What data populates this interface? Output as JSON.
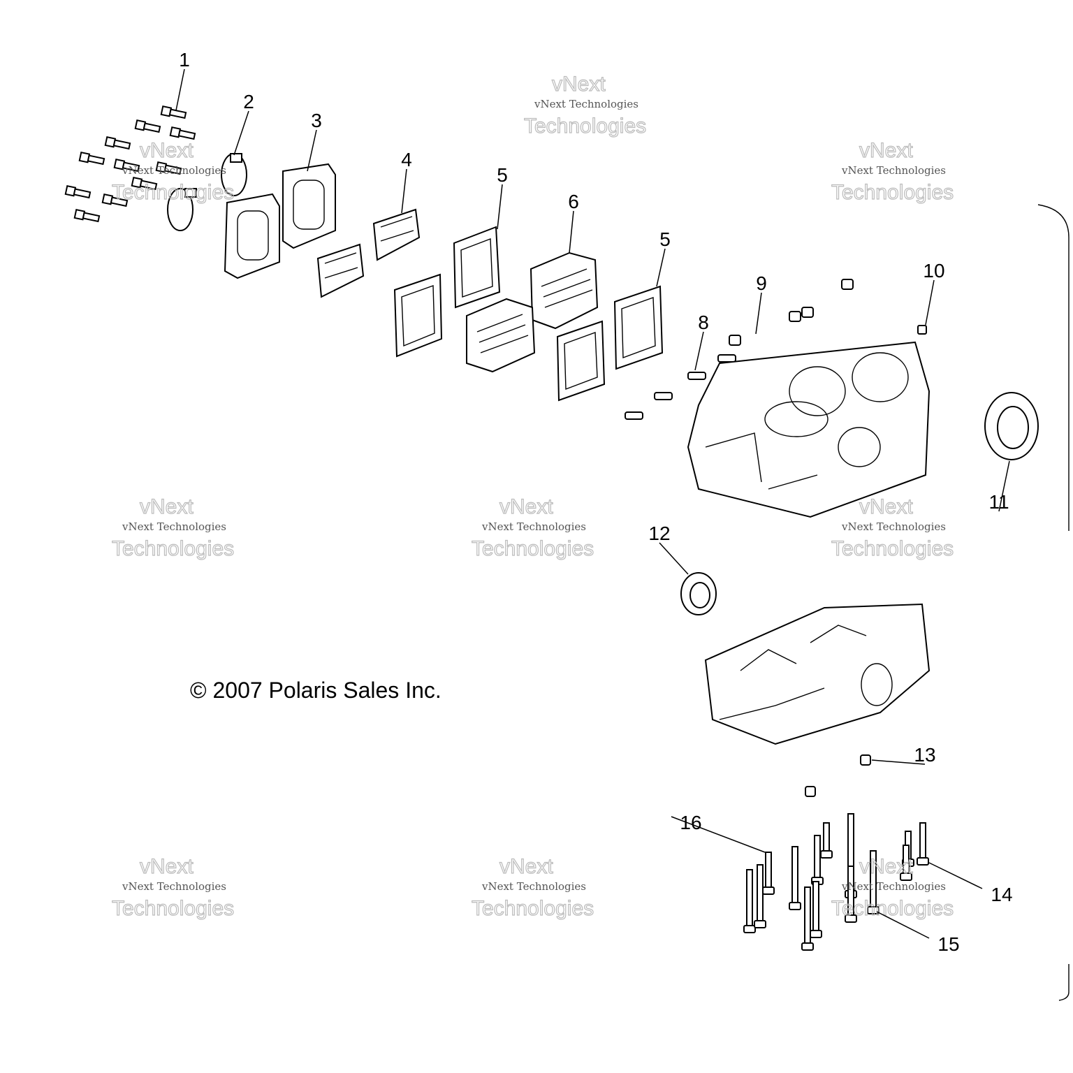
{
  "diagram": {
    "callouts": [
      "1",
      "2",
      "3",
      "4",
      "5",
      "6",
      "5",
      "8",
      "9",
      "10",
      "11",
      "12",
      "13",
      "14",
      "15",
      "16"
    ],
    "copyright": "© 2007 Polaris Sales Inc.",
    "watermark": {
      "line1": "vNext Technologies",
      "line2a": "vNext",
      "line2b": "Technologies"
    }
  }
}
